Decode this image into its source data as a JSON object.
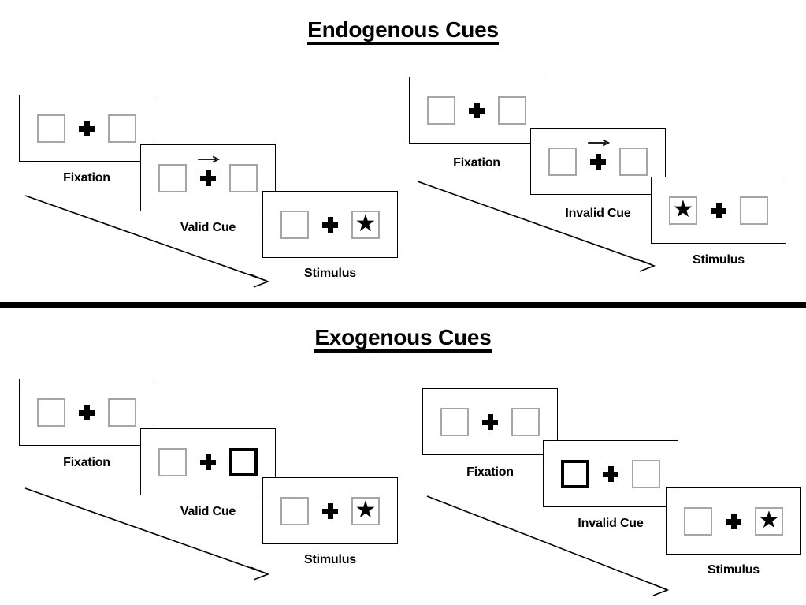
{
  "page": {
    "background": "#ffffff",
    "ink": "#000000",
    "box_outline_color": "#a6a6a6",
    "cued_box_color": "#000000"
  },
  "divider": {
    "name": "section-divider",
    "color": "#000000"
  },
  "sections": [
    {
      "id": "endogenous",
      "title": "Endogenous Cues",
      "cue_type": "arrow",
      "sequences": [
        {
          "id": "endogenous-valid",
          "validity": "valid",
          "panels": [
            {
              "id": "endogenous-valid-fixation",
              "caption": "Fixation",
              "left_box": {
                "cued": false,
                "star": false
              },
              "right_box": {
                "cued": false,
                "star": false
              },
              "arrow": "none"
            },
            {
              "id": "endogenous-valid-cue",
              "caption": "Valid Cue",
              "left_box": {
                "cued": false,
                "star": false
              },
              "right_box": {
                "cued": false,
                "star": false
              },
              "arrow": "right"
            },
            {
              "id": "endogenous-valid-stimulus",
              "caption": "Stimulus",
              "left_box": {
                "cued": false,
                "star": false
              },
              "right_box": {
                "cued": false,
                "star": true
              },
              "arrow": "none"
            }
          ]
        },
        {
          "id": "endogenous-invalid",
          "validity": "invalid",
          "panels": [
            {
              "id": "endogenous-invalid-fixation",
              "caption": "Fixation",
              "left_box": {
                "cued": false,
                "star": false
              },
              "right_box": {
                "cued": false,
                "star": false
              },
              "arrow": "none"
            },
            {
              "id": "endogenous-invalid-cue",
              "caption": "Invalid Cue",
              "left_box": {
                "cued": false,
                "star": false
              },
              "right_box": {
                "cued": false,
                "star": false
              },
              "arrow": "right"
            },
            {
              "id": "endogenous-invalid-stimulus",
              "caption": "Stimulus",
              "left_box": {
                "cued": false,
                "star": true
              },
              "right_box": {
                "cued": false,
                "star": false
              },
              "arrow": "none"
            }
          ]
        }
      ]
    },
    {
      "id": "exogenous",
      "title": "Exogenous Cues",
      "cue_type": "box-highlight",
      "sequences": [
        {
          "id": "exogenous-valid",
          "validity": "valid",
          "panels": [
            {
              "id": "exogenous-valid-fixation",
              "caption": "Fixation",
              "left_box": {
                "cued": false,
                "star": false
              },
              "right_box": {
                "cued": false,
                "star": false
              },
              "arrow": "none"
            },
            {
              "id": "exogenous-valid-cue",
              "caption": "Valid Cue",
              "left_box": {
                "cued": false,
                "star": false
              },
              "right_box": {
                "cued": true,
                "star": false
              },
              "arrow": "none"
            },
            {
              "id": "exogenous-valid-stimulus",
              "caption": "Stimulus",
              "left_box": {
                "cued": false,
                "star": false
              },
              "right_box": {
                "cued": false,
                "star": true
              },
              "arrow": "none"
            }
          ]
        },
        {
          "id": "exogenous-invalid",
          "validity": "invalid",
          "panels": [
            {
              "id": "exogenous-invalid-fixation",
              "caption": "Fixation",
              "left_box": {
                "cued": false,
                "star": false
              },
              "right_box": {
                "cued": false,
                "star": false
              },
              "arrow": "none"
            },
            {
              "id": "exogenous-invalid-cue",
              "caption": "Invalid Cue",
              "left_box": {
                "cued": true,
                "star": false
              },
              "right_box": {
                "cued": false,
                "star": false
              },
              "arrow": "none"
            },
            {
              "id": "exogenous-invalid-stimulus",
              "caption": "Stimulus",
              "left_box": {
                "cued": false,
                "star": false
              },
              "right_box": {
                "cued": false,
                "star": true
              },
              "arrow": "none"
            }
          ]
        }
      ]
    }
  ],
  "glyphs": {
    "star": "★",
    "fixation_cross": "plus-sign",
    "cue_arrow": "right-arrow-icon"
  }
}
